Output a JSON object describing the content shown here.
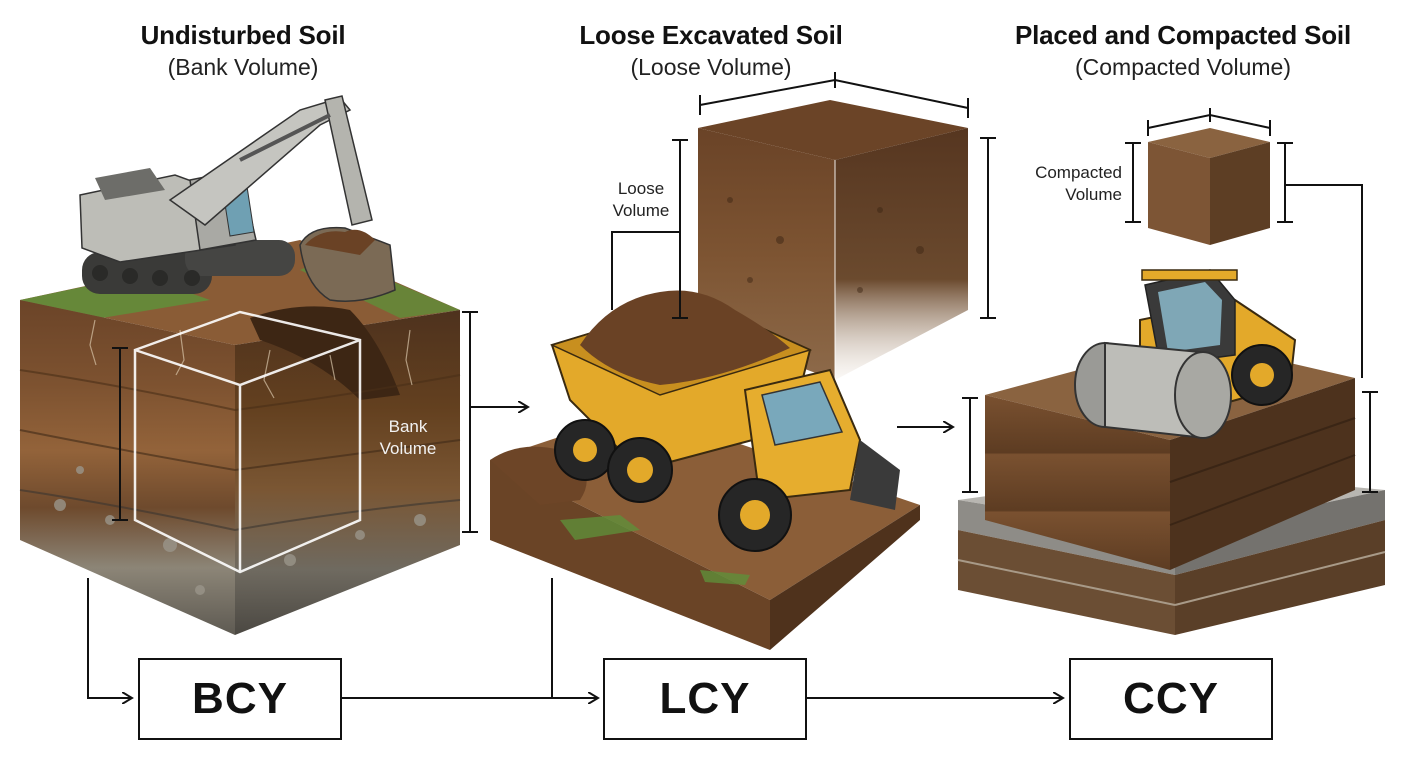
{
  "stages": [
    {
      "title": "Undisturbed Soil",
      "subtitle": "(Bank Volume)",
      "volume_label": "Bank Volume",
      "code": "BCY"
    },
    {
      "title": "Loose Excavated Soil",
      "subtitle": "(Loose Volume)",
      "volume_label": "Loose Volume",
      "code": "LCY"
    },
    {
      "title": "Placed and Compacted Soil",
      "subtitle": "(Compacted Volume)",
      "volume_label": "Compacted Volume",
      "code": "CCY"
    }
  ],
  "colors": {
    "soil_dark": "#5b3a22",
    "soil_mid": "#7a4f2c",
    "soil_light": "#a0714a",
    "grass": "#5f8f3a",
    "machine_yellow": "#e3a92a",
    "excavator_gray": "#b9b9b4",
    "line": "#111111"
  },
  "icons": [
    "excavator-icon",
    "dump-truck-icon",
    "roller-compactor-icon"
  ]
}
